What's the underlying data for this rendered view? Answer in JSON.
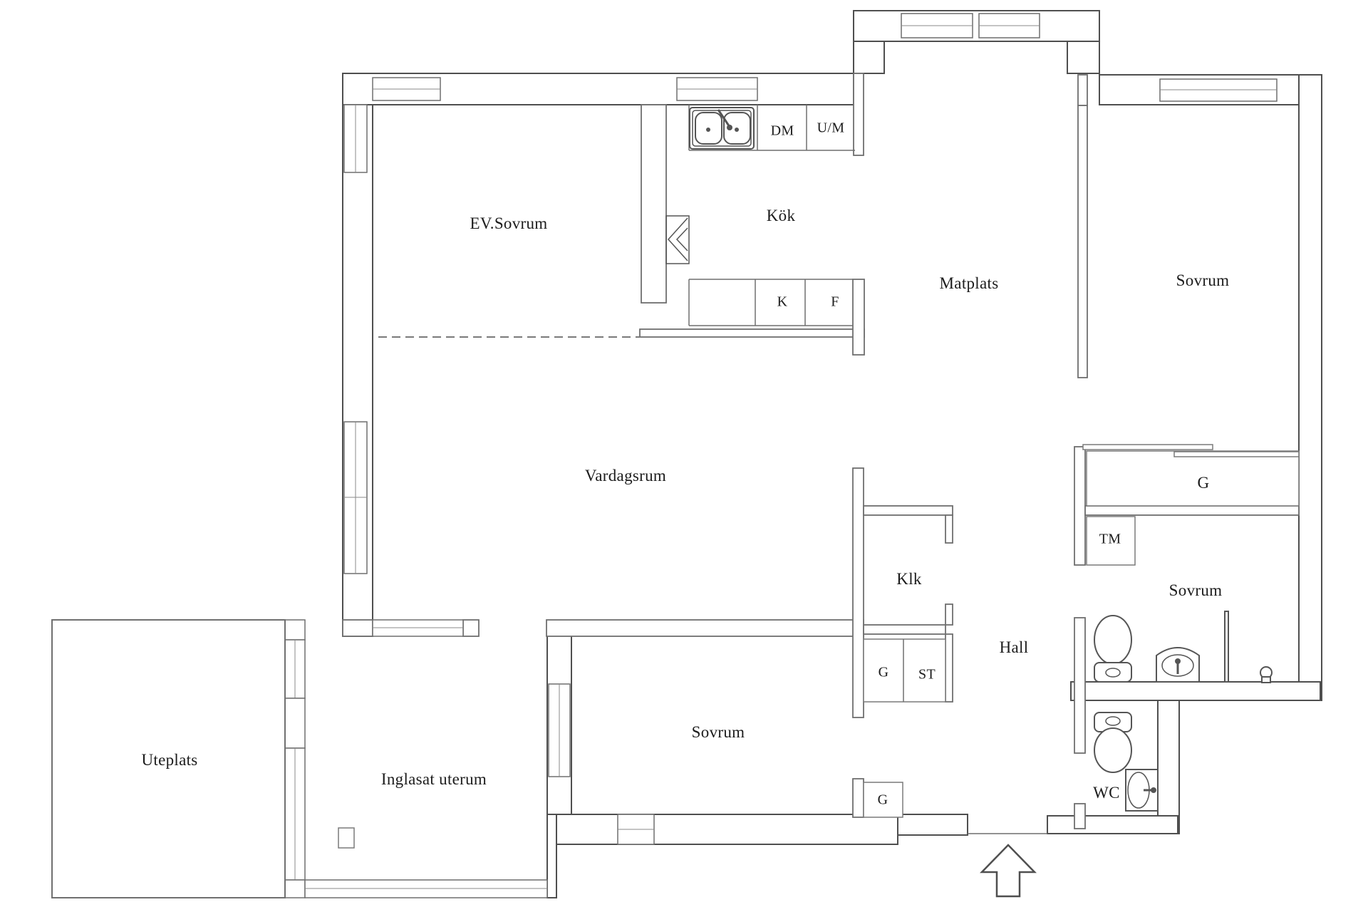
{
  "document": {
    "kind": "apartment floor plan",
    "language": "Swedish"
  },
  "labels": {
    "ev_sovrum": "EV.Sovrum",
    "kok": "Kök",
    "dm": "DM",
    "um": "U/M",
    "k": "K",
    "f": "F",
    "matplats": "Matplats",
    "sovrum_ne": "Sovrum",
    "vardagsrum": "Vardagsrum",
    "g_wardrobe": "G",
    "tm": "TM",
    "sovrum_e": "Sovrum",
    "klk": "Klk",
    "hall": "Hall",
    "g_hall": "G",
    "st": "ST",
    "sovrum_s": "Sovrum",
    "g_entry": "G",
    "wc": "WC",
    "uteplats": "Uteplats",
    "inglasat_uterum": "Inglasat uterum"
  },
  "symbols": [
    "double-kitchen-sink-icon",
    "flue-hatch-icon",
    "toilet-icon",
    "washbasin-icon",
    "shower-screen-icon",
    "shower-mixer-icon",
    "entrance-arrow-icon",
    "wardrobe-sliding-door-icon",
    "dashed-optional-wall"
  ],
  "colors": {
    "background": "#ffffff",
    "outer_wall_stroke": "#4f4f4f",
    "inner_wall_stroke": "#6f6f6f",
    "fixture_stroke": "#555555",
    "text": "#1c1c1c"
  }
}
